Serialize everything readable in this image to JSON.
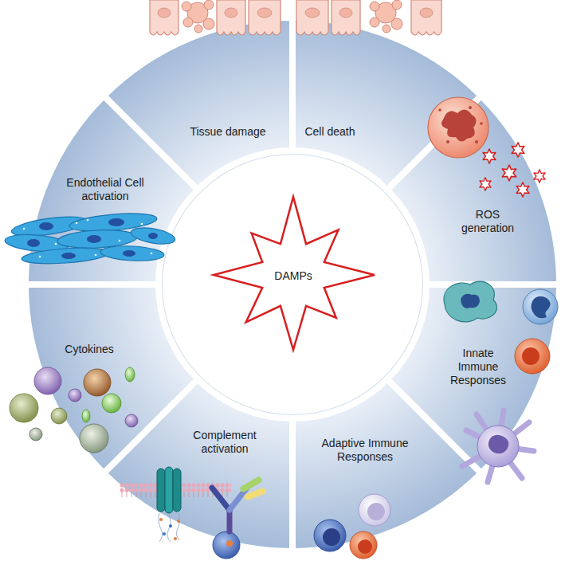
{
  "diagram": {
    "nodes": [
      {
        "text": [
          "DAMPs"
        ]
      },
      {
        "text": [
          "Tissue damage"
        ]
      },
      {
        "text": [
          "Cell death"
        ]
      },
      {
        "text": [
          "ROS generation"
        ]
      },
      {
        "text": [
          "Innate Immune Responses"
        ]
      },
      {
        "text": [
          "Adaptive Immune Responses"
        ]
      },
      {
        "text": [
          "Complement activation"
        ]
      },
      {
        "text": [
          "Cytokines"
        ]
      },
      {
        "text": [
          "Endothelial Cell activation"
        ]
      }
    ]
  }
}
